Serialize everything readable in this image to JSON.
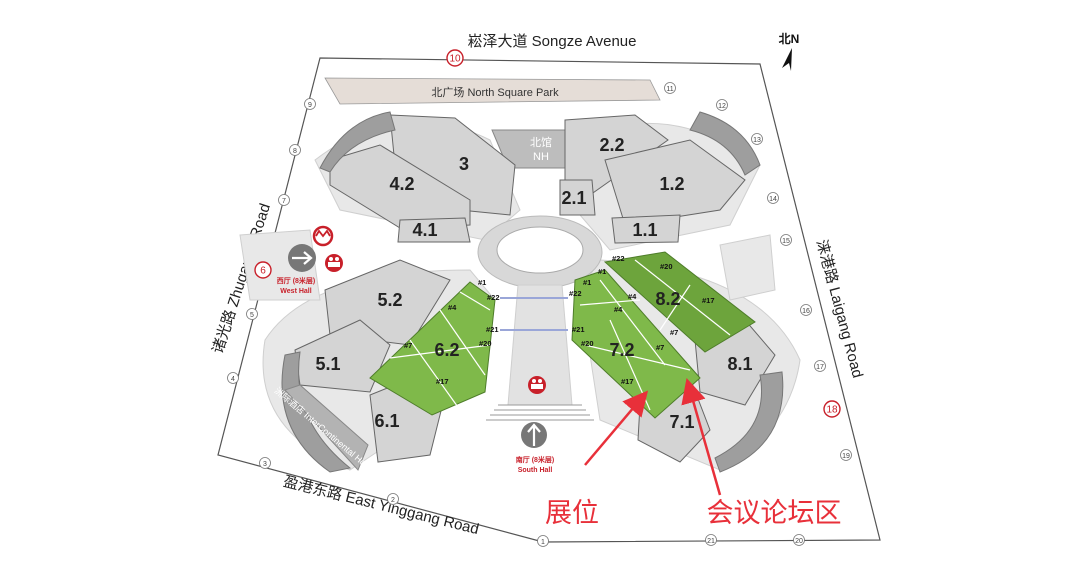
{
  "roads": {
    "north": "崧泽大道 Songze Avenue",
    "west": "诸光路 Zhugaung Road",
    "south": "盈港东路 East Yinggang Road",
    "east": "涞港路 Laigang Road"
  },
  "compass": "北N",
  "north_square": "北广场 North Square Park",
  "north_hall": {
    "cn": "北馆",
    "en": "NH"
  },
  "halls": [
    "3",
    "4.2",
    "4.1",
    "2.2",
    "2.1",
    "1.2",
    "1.1",
    "5.2",
    "5.1",
    "6.1",
    "6.2",
    "7.2",
    "7.1",
    "8.2",
    "8.1"
  ],
  "west_hall": {
    "cn": "西厅 (8米层)",
    "en": "West Hall"
  },
  "south_hall": {
    "cn": "南厅 (8米层)",
    "en": "South Hall"
  },
  "hotel": "洲际酒店 InterContinental Hotel",
  "gates": [
    "1",
    "2",
    "3",
    "4",
    "5",
    "6",
    "7",
    "8",
    "9",
    "10",
    "11",
    "12",
    "13",
    "14",
    "15",
    "16",
    "17",
    "18",
    "19",
    "20",
    "21"
  ],
  "booths": [
    "#1",
    "#22",
    "#4",
    "#21",
    "#20",
    "#7",
    "#17",
    "#1",
    "#22",
    "#4",
    "#21",
    "#20",
    "#7",
    "#17",
    "#22",
    "#20",
    "#4",
    "#17",
    "#7",
    "#1"
  ],
  "annotations": {
    "booth_area": "展位",
    "forum_area": "会议论坛区"
  },
  "colors": {
    "highlight": "#7fb94a",
    "highlight_dark": "#6da43c",
    "hall": "#d4d4d4",
    "accent": "#e8303a"
  },
  "icons": {
    "metro": "metro-icon",
    "service": "service-desk-icon",
    "entry": "arrow-icon"
  }
}
